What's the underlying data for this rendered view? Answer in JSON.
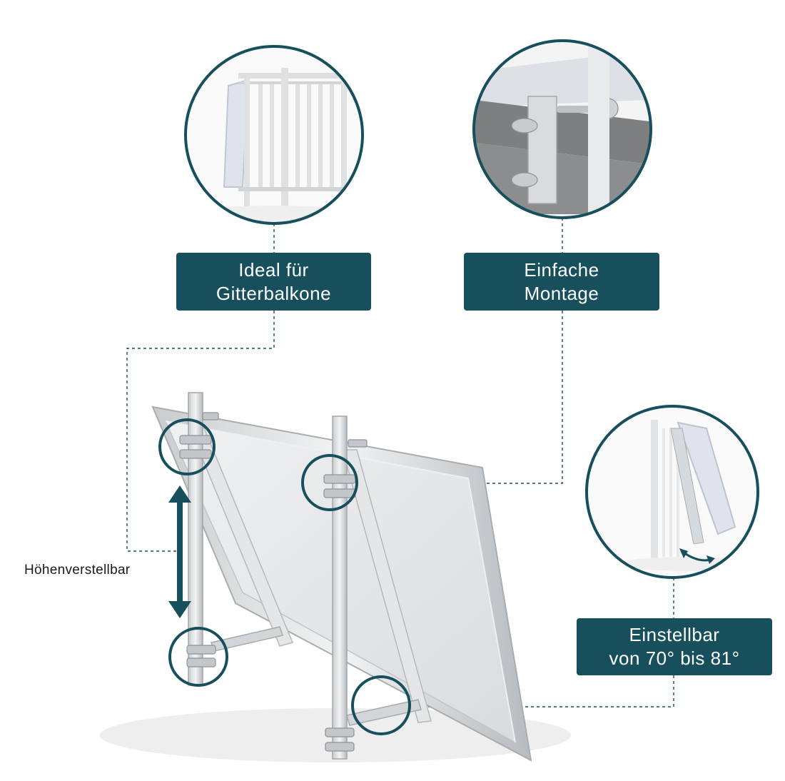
{
  "colors": {
    "accent": "#174f5c",
    "frame_metal": "#d6d8da",
    "panel_surface": "#e6e7e8"
  },
  "callouts": {
    "balcony": {
      "line1": "Ideal für",
      "line2": "Gitterbalkone"
    },
    "mounting": {
      "line1": "Einfache",
      "line2": "Montage"
    },
    "angle": {
      "line1": "Einstellbar",
      "line2": "von 70° bis 81°"
    }
  },
  "height_label": "Höhenverstellbar",
  "icons": [
    "double-arrow-vertical-icon",
    "curved-double-arrow-icon"
  ]
}
